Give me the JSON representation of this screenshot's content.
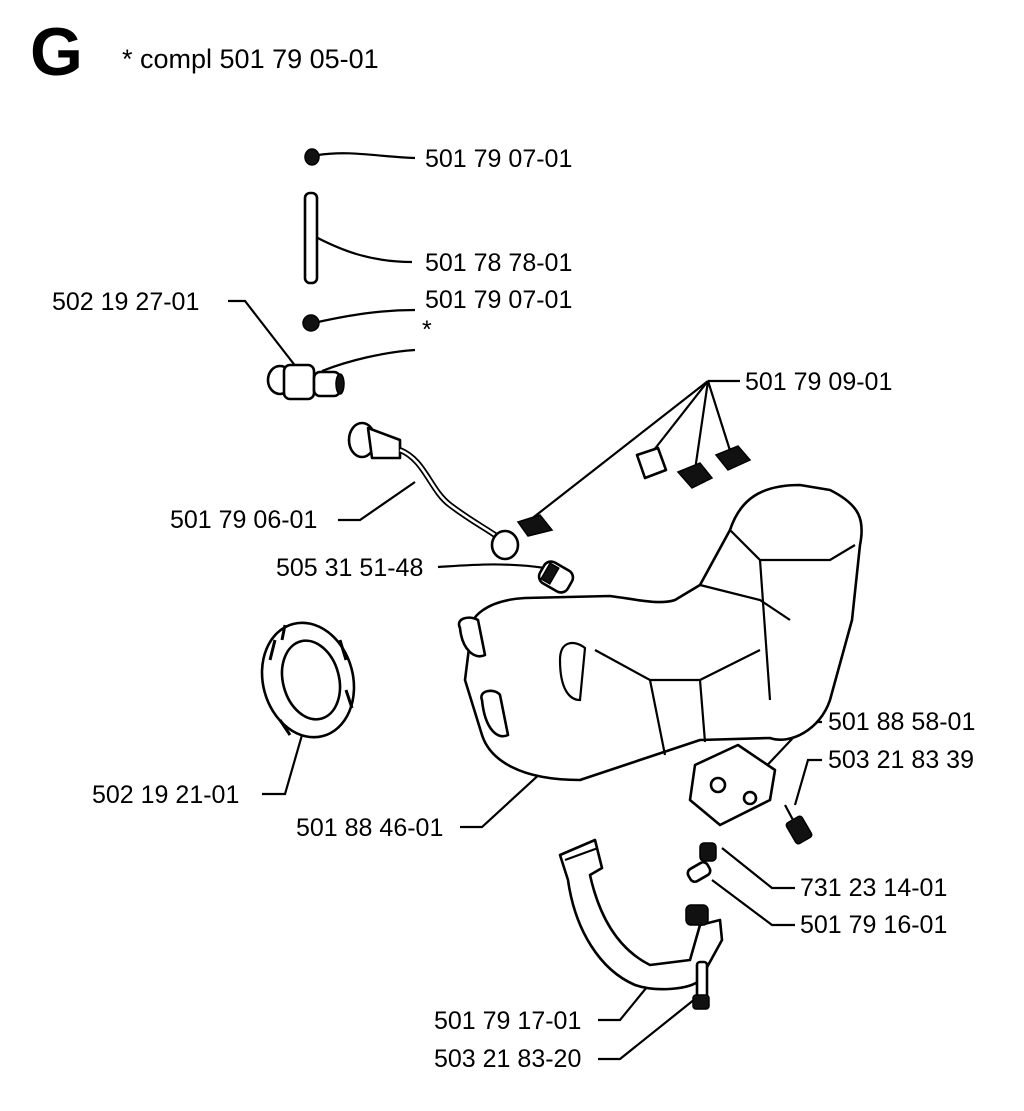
{
  "header": {
    "section_letter": "G",
    "complete_note": "* compl 501 79 05-01"
  },
  "labels": [
    {
      "id": "part-501790701-top",
      "text": "501 79 07-01"
    },
    {
      "id": "part-501787801",
      "text": "501 78 78-01"
    },
    {
      "id": "part-502192701",
      "text": "502 19 27-01"
    },
    {
      "id": "part-501790701-mid",
      "text": "501 79 07-01"
    },
    {
      "id": "asterisk-marker",
      "text": "*"
    },
    {
      "id": "part-501790901",
      "text": "501 79 09-01"
    },
    {
      "id": "part-501790601",
      "text": "501 79 06-01"
    },
    {
      "id": "part-505315148",
      "text": "505 31 51-48"
    },
    {
      "id": "part-501885801",
      "text": "501 88 58-01"
    },
    {
      "id": "part-5032183839",
      "text": "503 21 83 39"
    },
    {
      "id": "part-502192101",
      "text": "502 19 21-01"
    },
    {
      "id": "part-501884601",
      "text": "501 88 46-01"
    },
    {
      "id": "part-731231401",
      "text": "731 23 14-01"
    },
    {
      "id": "part-501791601",
      "text": "501 79 16-01"
    },
    {
      "id": "part-501791701",
      "text": "501 79 17-01"
    },
    {
      "id": "part-503218320",
      "text": "503 21 83-20"
    }
  ]
}
